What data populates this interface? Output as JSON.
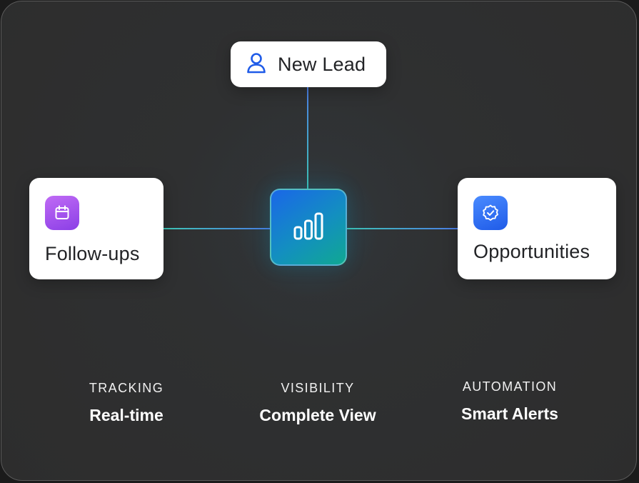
{
  "nodes": {
    "top": {
      "label": "New Lead",
      "icon": "user-icon"
    },
    "left": {
      "label": "Follow-ups",
      "icon": "calendar-icon",
      "icon_color": "#9b4ff0"
    },
    "right": {
      "label": "Opportunities",
      "icon": "check-badge-icon",
      "icon_color": "#2f6ff2"
    },
    "center": {
      "icon": "bar-chart-icon"
    }
  },
  "stats": [
    {
      "kicker": "TRACKING",
      "value": "Real-time"
    },
    {
      "kicker": "VISIBILITY",
      "value": "Complete View"
    },
    {
      "kicker": "AUTOMATION",
      "value": "Smart Alerts"
    }
  ],
  "colors": {
    "background": "#2e2e2e",
    "card": "#ffffff",
    "connector_blue": "#4b7de6",
    "connector_teal": "#3ec7b6",
    "hub_start": "#1a67e8",
    "hub_end": "#10a892"
  }
}
